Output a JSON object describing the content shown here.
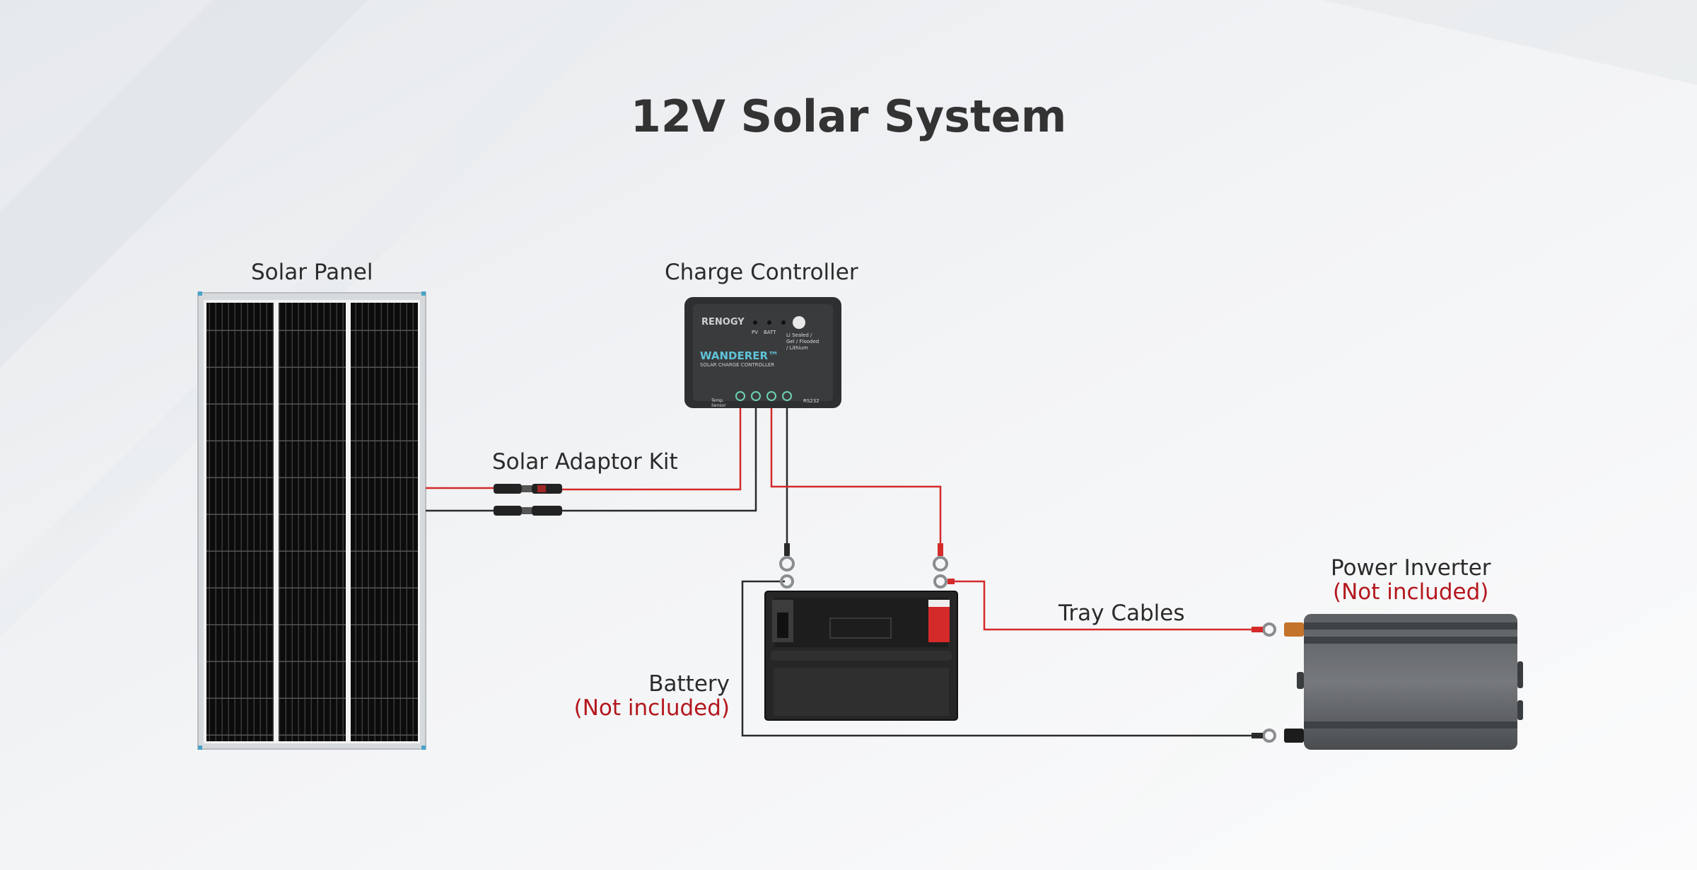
{
  "title": "12V Solar System",
  "components": {
    "solar_panel": {
      "label": "Solar Panel"
    },
    "charge_controller": {
      "label": "Charge Controller",
      "brand": "RENOGY",
      "model": "WANDERER™",
      "subtitle": "SOLAR CHARGE CONTROLLER",
      "led_pv": "PV",
      "led_batt": "BATT",
      "battery_types": "Li Sealed / Gel / Flooded / Lithium",
      "temp_sensor": "Temp. Sensor",
      "rs232": "RS232"
    },
    "adaptor_kit": {
      "label": "Solar Adaptor Kit"
    },
    "battery": {
      "label": "Battery",
      "note": "(Not included)"
    },
    "tray_cables": {
      "label": "Tray Cables"
    },
    "inverter": {
      "label": "Power Inverter",
      "note": "(Not included)"
    }
  },
  "colors": {
    "positive_wire": "#d42a2a",
    "negative_wire": "#2a2a2a",
    "accent_red": "#b3171c",
    "controller_text": "#5fc3d8"
  }
}
